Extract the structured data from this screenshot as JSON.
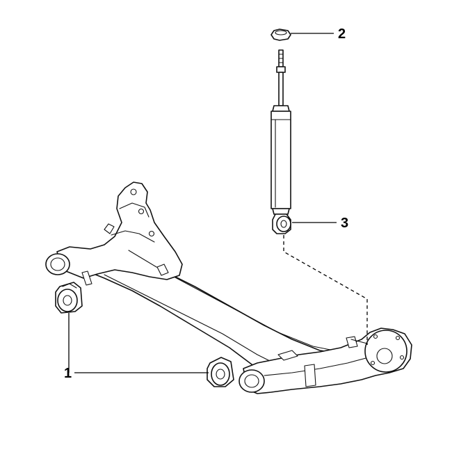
{
  "callouts": [
    {
      "id": "1",
      "label": "1"
    },
    {
      "id": "2",
      "label": "2"
    },
    {
      "id": "3",
      "label": "3"
    }
  ],
  "parts": {
    "bushings": "torsion-beam-bushing",
    "nut": "shock-absorber-nut",
    "shock": "shock-absorber"
  }
}
